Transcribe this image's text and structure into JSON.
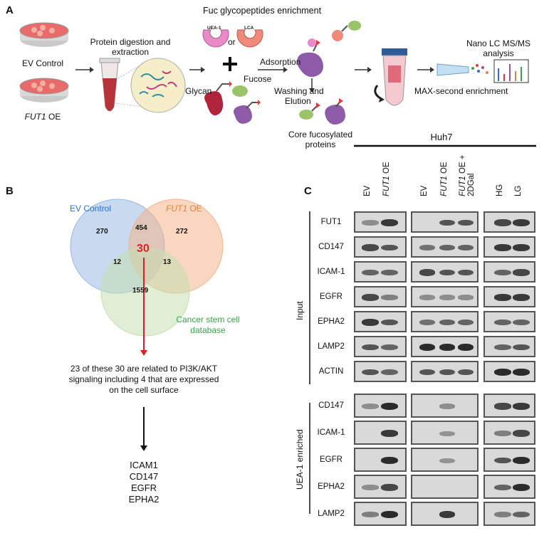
{
  "panel_a": {
    "letter": "A",
    "title": "Fuc glycopeptides enrichment",
    "ev_control": "EV Control",
    "fut1_oe": "FUT1",
    "fut1_oe_suffix": " OE",
    "digestion": "Protein digestion and",
    "extraction": "extraction",
    "uea1": "UEA-1",
    "or": "or",
    "lca": "LCA",
    "fucose": "Fucose",
    "glycan": "Glycan",
    "adsorption": "Adsorption",
    "washing": "Washing and",
    "elution": "Elution",
    "core1": "Core fucosylated",
    "core2": "proteins",
    "nano1": "Nano LC MS/MS",
    "nano2": "analysis",
    "max": "MAX-second enrichment",
    "colors": {
      "dish": "#e86a6a",
      "lectin_pink": "#e98bc6",
      "lectin_red": "#f0897a",
      "protein": "#8e5ba8",
      "glycan_green": "#9bc46a",
      "fucose_red": "#e23b3b"
    }
  },
  "panel_b": {
    "letter": "B",
    "venn": {
      "ev_label": "EV Control",
      "fut1_label": "FUT1",
      "fut1_suffix": " OE",
      "csc_label1": "Cancer stem cell",
      "csc_label2": "database",
      "only_ev": "270",
      "ev_fut1": "454",
      "only_fut1": "272",
      "center": "30",
      "ev_csc": "12",
      "fut1_csc": "13",
      "only_csc": "1559",
      "colors": {
        "ev": "#2d6fd6",
        "fut1": "#e0813d",
        "csc": "#3aa24a",
        "center": "#e02020"
      }
    },
    "note1": "23 of these 30 are related to PI3K/AKT",
    "note2": "signaling including 4 that are expressed",
    "note3": "on the cell surface",
    "genes": [
      "ICAM1",
      "CD147",
      "EGFR",
      "EPHA2"
    ]
  },
  "panel_c": {
    "letter": "C",
    "cell_line": "Huh7",
    "lane_groups": [
      {
        "lanes": [
          "EV",
          "FUT1 OE"
        ]
      },
      {
        "lanes": [
          "EV",
          "FUT1 OE",
          "FUT1 OE + 2DGal"
        ]
      },
      {
        "lanes": [
          "HG",
          "LG"
        ]
      }
    ],
    "input_label": "Input",
    "input_rows": [
      "FUT1",
      "CD147",
      "ICAM-1",
      "EGFR",
      "EPHA2",
      "LAMP2",
      "ACTIN"
    ],
    "enriched_label": "UEA-1 enriched",
    "enriched_rows": [
      "CD147",
      "ICAM-1",
      "EGFR",
      "EPHA2",
      "LAMP2"
    ]
  }
}
